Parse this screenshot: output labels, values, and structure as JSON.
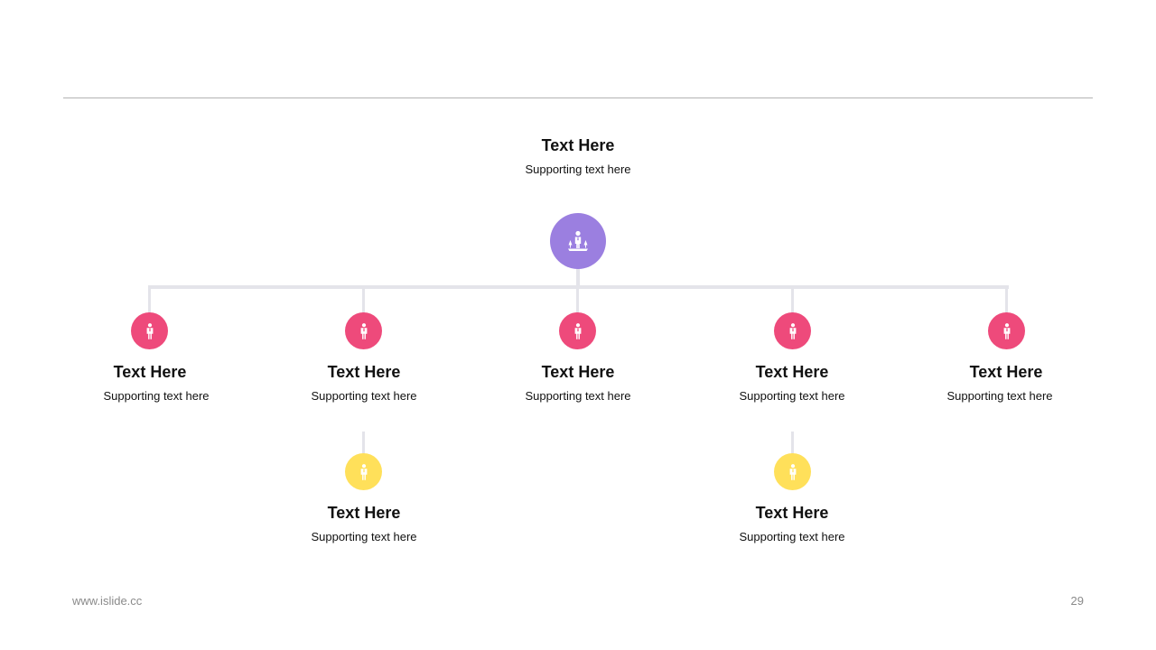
{
  "root": {
    "title": "Text Here",
    "subtitle": "Supporting  text here",
    "icon": "business-team-icon",
    "color": "#9b7fe0"
  },
  "level1": [
    {
      "title": "Text Here",
      "subtitle": "Supporting  text here",
      "icon": "person-icon",
      "color": "#ee4a7b"
    },
    {
      "title": "Text Here",
      "subtitle": "Supporting  text here",
      "icon": "person-icon",
      "color": "#ee4a7b"
    },
    {
      "title": "Text Here",
      "subtitle": "Supporting  text here",
      "icon": "person-icon",
      "color": "#ee4a7b"
    },
    {
      "title": "Text Here",
      "subtitle": "Supporting  text here",
      "icon": "person-icon",
      "color": "#ee4a7b"
    },
    {
      "title": "Text Here",
      "subtitle": "Supporting  text here",
      "icon": "person-icon",
      "color": "#ee4a7b"
    }
  ],
  "level2": [
    {
      "title": "Text Here",
      "subtitle": "Supporting  text here",
      "icon": "person-icon",
      "color": "#ffe05a"
    },
    {
      "title": "Text Here",
      "subtitle": "Supporting  text here",
      "icon": "person-icon",
      "color": "#ffe05a"
    }
  ],
  "footer": {
    "url": "www.islide.cc",
    "page": "29"
  }
}
